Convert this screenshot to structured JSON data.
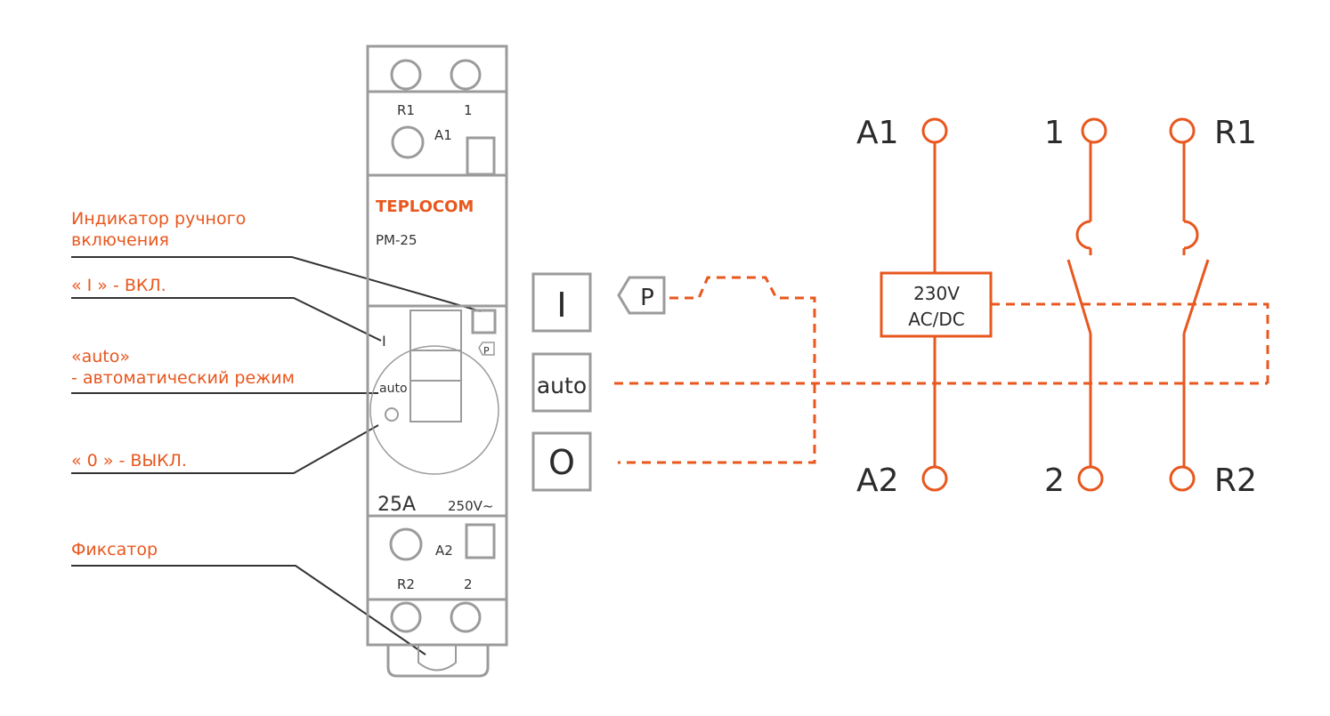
{
  "brand": {
    "name": "TEPLOCOM",
    "model": "PM-25",
    "color": "#e8571e"
  },
  "device": {
    "terminal_top_left": "R1",
    "terminal_top_right": "1",
    "terminal_a1": "A1",
    "terminal_a2": "A2",
    "terminal_bottom_left": "R2",
    "terminal_bottom_right": "2",
    "mark_on": "I",
    "mark_auto": "auto",
    "mark_off": "O",
    "mark_p": "P",
    "current": "25A",
    "voltage": "250V~"
  },
  "callouts": [
    {
      "text": "Индикатор ручного"
    },
    {
      "text": "включения"
    },
    {
      "text": "« I » - ВКЛ."
    },
    {
      "text": "«auto»"
    },
    {
      "text": "- автоматический режим"
    },
    {
      "text": "« 0 » - ВЫКЛ."
    },
    {
      "text": "Фиксатор"
    }
  ],
  "buttons": {
    "on": "I",
    "auto": "auto",
    "off": "O",
    "indicator": "P"
  },
  "schematic": {
    "a1": "A1",
    "a2": "A2",
    "t1": "1",
    "t2": "2",
    "r1": "R1",
    "r2": "R2",
    "load_line1": "230V",
    "load_line2": "AC/DC"
  },
  "colors": {
    "accent": "#e8571e",
    "outline": "#9b9b9b",
    "text": "#2b2b2b"
  }
}
